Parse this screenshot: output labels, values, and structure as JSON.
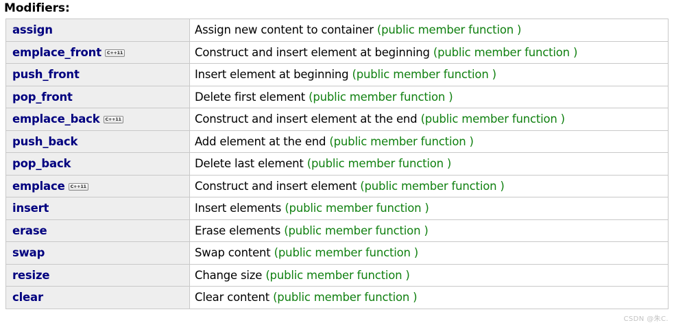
{
  "section": {
    "title": "Modifiers:"
  },
  "colors": {
    "member_link": "#00007f",
    "kind_text": "#108010",
    "member_cell_bg": "#eeeeee",
    "border": "#c8c8c8",
    "watermark": "#c3c3c3"
  },
  "badge": {
    "label": "C++11",
    "icon_name": "cpp11-badge-icon"
  },
  "table": {
    "rows": [
      {
        "member": "assign",
        "badge": false,
        "description": "Assign new content to container",
        "kind": "(public member function )"
      },
      {
        "member": "emplace_front",
        "badge": true,
        "description": "Construct and insert element at beginning",
        "kind": "(public member function )"
      },
      {
        "member": "push_front",
        "badge": false,
        "description": "Insert element at beginning",
        "kind": "(public member function )"
      },
      {
        "member": "pop_front",
        "badge": false,
        "description": "Delete first element",
        "kind": "(public member function )"
      },
      {
        "member": "emplace_back",
        "badge": true,
        "description": "Construct and insert element at the end",
        "kind": "(public member function )"
      },
      {
        "member": "push_back",
        "badge": false,
        "description": "Add element at the end",
        "kind": "(public member function )"
      },
      {
        "member": "pop_back",
        "badge": false,
        "description": "Delete last element",
        "kind": "(public member function )"
      },
      {
        "member": "emplace",
        "badge": true,
        "description": "Construct and insert element",
        "kind": "(public member function )"
      },
      {
        "member": "insert",
        "badge": false,
        "description": "Insert elements",
        "kind": "(public member function )"
      },
      {
        "member": "erase",
        "badge": false,
        "description": "Erase elements",
        "kind": "(public member function )"
      },
      {
        "member": "swap",
        "badge": false,
        "description": "Swap content",
        "kind": "(public member function )"
      },
      {
        "member": "resize",
        "badge": false,
        "description": "Change size",
        "kind": "(public member function )"
      },
      {
        "member": "clear",
        "badge": false,
        "description": "Clear content",
        "kind": "(public member function )"
      }
    ]
  },
  "watermark": {
    "text": "CSDN @朱C."
  }
}
